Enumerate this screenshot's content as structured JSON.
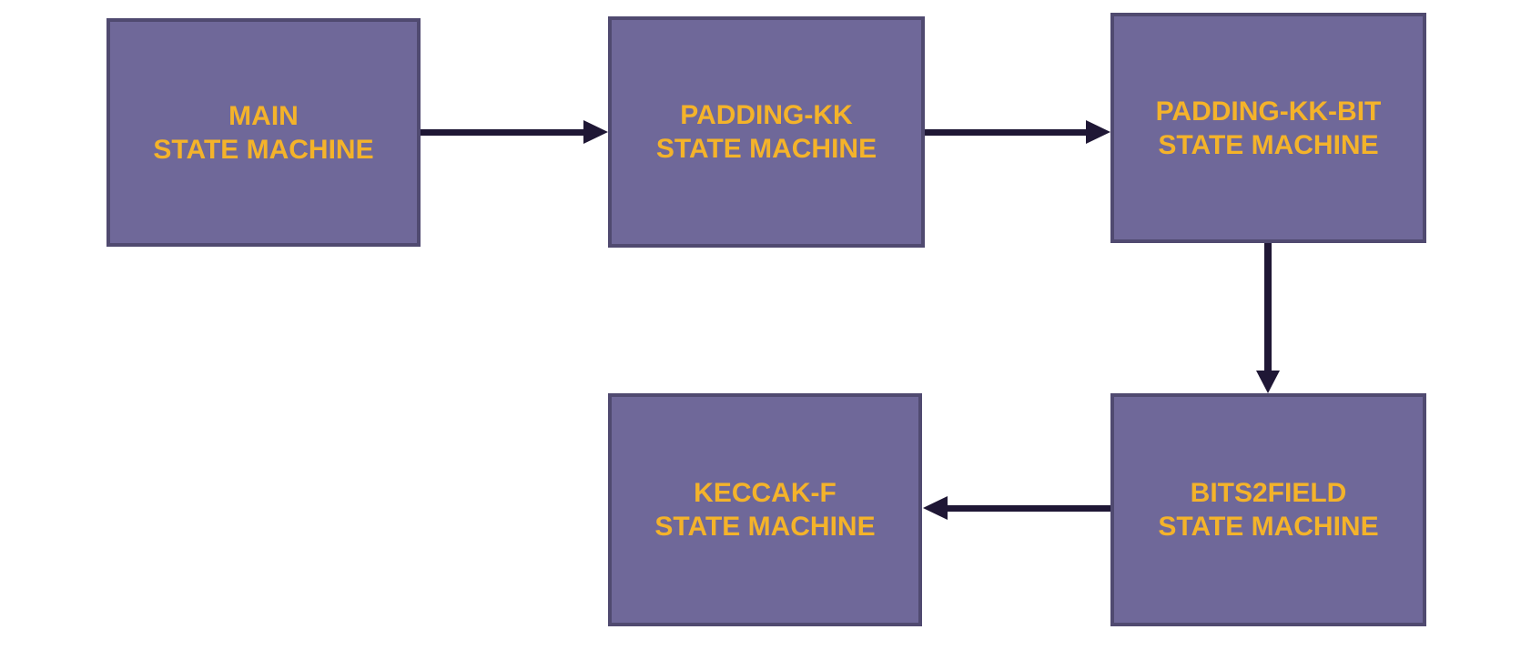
{
  "diagram": {
    "type": "flowchart",
    "colors": {
      "background": "#FFFFFF",
      "node_fill": "#6F6899",
      "node_border": "#504A70",
      "label_color": "#F4B32A",
      "arrow_color": "#1F1735"
    },
    "nodes": [
      {
        "id": "main",
        "line1": "MAIN",
        "line2": "STATE MACHINE"
      },
      {
        "id": "padding-kk",
        "line1": "PADDING-KK",
        "line2": "STATE MACHINE"
      },
      {
        "id": "padding-kk-bit",
        "line1": "PADDING-KK-BIT",
        "line2": "STATE MACHINE"
      },
      {
        "id": "keccak-f",
        "line1": "KECCAK-F",
        "line2": "STATE MACHINE"
      },
      {
        "id": "bits2field",
        "line1": "BITS2FIELD",
        "line2": "STATE MACHINE"
      }
    ],
    "edges": [
      {
        "from": "main",
        "to": "padding-kk",
        "direction": "right"
      },
      {
        "from": "padding-kk",
        "to": "padding-kk-bit",
        "direction": "right"
      },
      {
        "from": "padding-kk-bit",
        "to": "bits2field",
        "direction": "down"
      },
      {
        "from": "bits2field",
        "to": "keccak-f",
        "direction": "left"
      }
    ]
  }
}
